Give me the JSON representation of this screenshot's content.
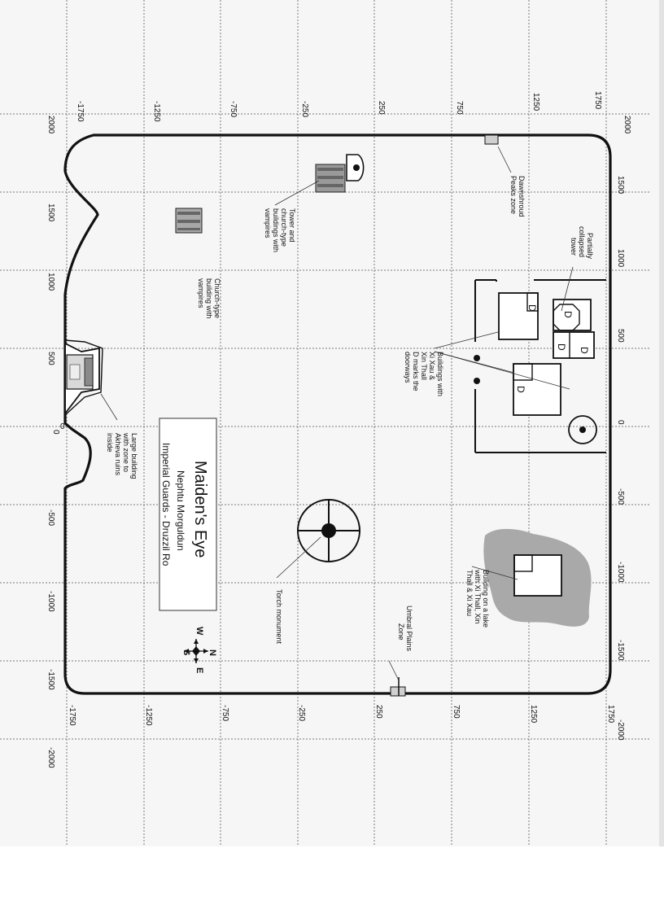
{
  "map": {
    "title": "Maiden's Eye",
    "subtitle_author": "Nephtu Morguldun",
    "subtitle_guild": "Imperial Guards - Druzzil Ro",
    "x_ticks_top": [
      "-1750",
      "-1250",
      "-750",
      "-250",
      "250",
      "750",
      "1250",
      "1750"
    ],
    "x_ticks_bottom": [
      "-1750",
      "-1250",
      "-750",
      "-250",
      "250",
      "750",
      "1250",
      "1750"
    ],
    "y_ticks_left": [
      "2000",
      "1500",
      "1000",
      "500",
      "0",
      "-500",
      "-1000",
      "-1500",
      "-2000"
    ],
    "y_ticks_right": [
      "2000",
      "1500",
      "1000",
      "500",
      "0",
      "-500",
      "-1000",
      "-1500",
      "-2000"
    ],
    "compass": {
      "n": "N",
      "s": "S",
      "e": "E",
      "w": "W"
    },
    "door_marker": "D",
    "origin_marker": "0",
    "labels": {
      "dawnshroud": [
        "Dawnshroud",
        "Peaks zone"
      ],
      "collapsed_tower": [
        "Partially",
        "collapsed",
        "tower"
      ],
      "buildings_xi": [
        "Buildings with",
        "Xi Xau &",
        "Xin Thall",
        "D marks the",
        "doorways"
      ],
      "lake_building": [
        "Building on a lake",
        "with Xi Thall, Xin",
        "Thall & Xi Xau"
      ],
      "umbral": [
        "Umbral Plains",
        "Zone"
      ],
      "torch": [
        "Torch monument"
      ],
      "large_building": [
        "Large building",
        "with zone to",
        "Akheva ruins",
        "inside"
      ],
      "church_building": [
        "Church-type",
        "building with",
        "vampires"
      ],
      "tower_church": [
        "Tower and",
        "church-type",
        "buildings with",
        "vampires"
      ]
    },
    "colors": {
      "ink": "#111111",
      "lake": "#a9a9a9",
      "grid": "#7a7a7a",
      "paper": "#f7f6f7"
    }
  }
}
